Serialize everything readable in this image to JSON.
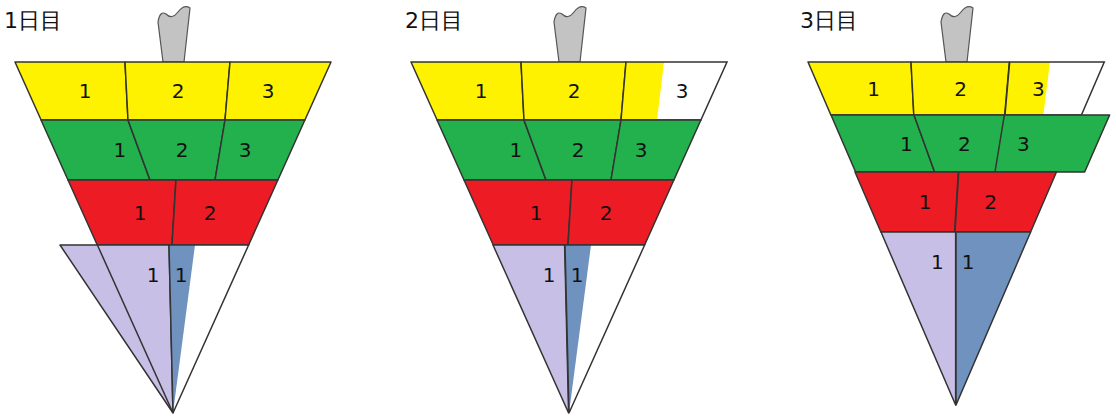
{
  "diagram": {
    "nodes": [
      {
        "text": [
          "1"
        ]
      },
      {
        "text": [
          "2"
        ]
      },
      {
        "text": [
          "3"
        ]
      },
      {
        "text": [
          "1"
        ]
      },
      {
        "text": [
          "2"
        ]
      },
      {
        "text": [
          "3"
        ]
      },
      {
        "text": [
          "1"
        ]
      },
      {
        "text": [
          "2"
        ]
      },
      {
        "text": [
          "1"
        ]
      },
      {
        "text": [
          "1"
        ]
      },
      {
        "text": [
          "1"
        ]
      },
      {
        "text": [
          "2"
        ]
      },
      {
        "text": [
          "3"
        ]
      },
      {
        "text": [
          "1"
        ]
      },
      {
        "text": [
          "2"
        ]
      },
      {
        "text": [
          "3"
        ]
      },
      {
        "text": [
          "1"
        ]
      },
      {
        "text": [
          "2"
        ]
      },
      {
        "text": [
          "1"
        ]
      },
      {
        "text": [
          "1"
        ]
      },
      {
        "text": [
          "1"
        ]
      },
      {
        "text": [
          "2"
        ]
      },
      {
        "text": [
          "3"
        ]
      },
      {
        "text": [
          "1"
        ]
      },
      {
        "text": [
          "2"
        ]
      },
      {
        "text": [
          "3"
        ]
      },
      {
        "text": [
          "1"
        ]
      },
      {
        "text": [
          "2"
        ]
      },
      {
        "text": [
          "1"
        ]
      },
      {
        "text": [
          "1"
        ]
      }
    ],
    "labels": [
      "1日目",
      "2日目",
      "3日目"
    ]
  }
}
